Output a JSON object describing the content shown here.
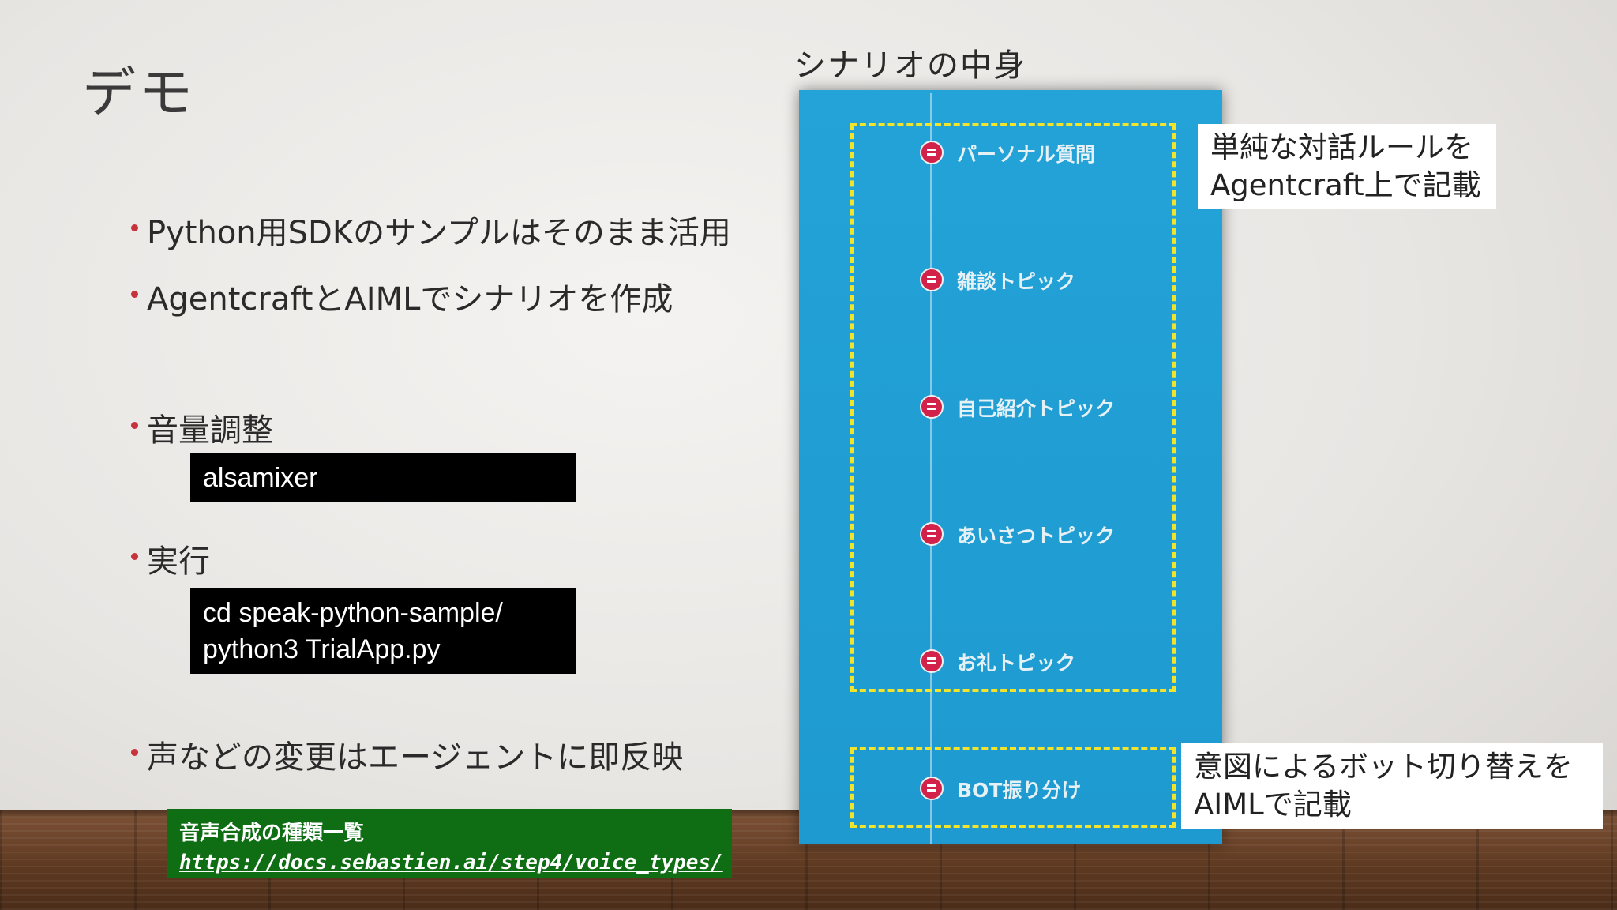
{
  "slide": {
    "title": "デモ",
    "bullets": [
      "Python用SDKのサンプルはそのまま活用",
      "AgentcraftとAIMLでシナリオを作成",
      "音量調整",
      "実行",
      "声などの変更はエージェントに即反映"
    ],
    "code_volume": "alsamixer",
    "code_run": [
      "cd speak-python-sample/",
      "python3 TrialApp.py"
    ],
    "link": {
      "title": "音声合成の種類一覧",
      "url": "https://docs.sebastien.ai/step4/voice_types/"
    }
  },
  "scenario": {
    "label": "シナリオの中身",
    "topics": [
      "パーソナル質問",
      "雑談トピック",
      "自己紹介トピック",
      "あいさつトピック",
      "お礼トピック",
      "BOT振り分け"
    ],
    "note_rules": [
      "単純な対話ルールを",
      "Agentcraft上で記載"
    ],
    "note_intent": [
      "意図によるボット切り替えを",
      "AIMLで記載"
    ]
  },
  "colors": {
    "bullet_dot": "#c8323a",
    "panel": "#23a3d8",
    "dash": "#f2e42b",
    "node": "#d2224a",
    "link_box": "#0f6d14"
  }
}
